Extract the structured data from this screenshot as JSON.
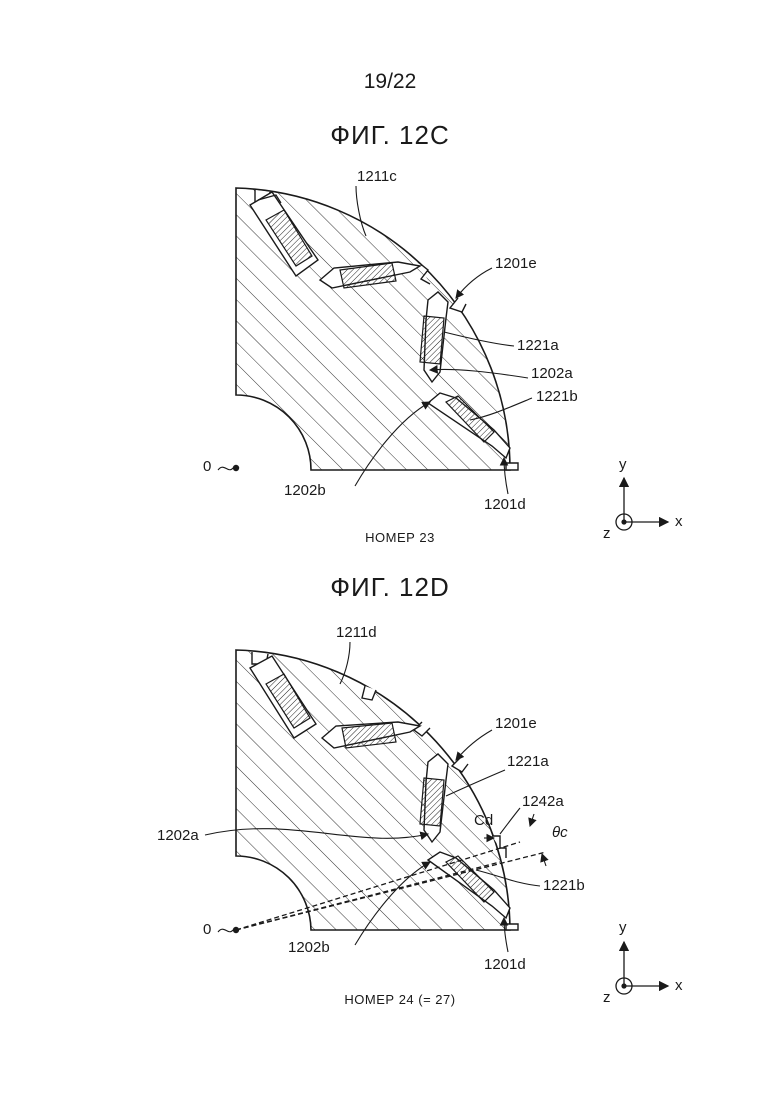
{
  "page": {
    "number": "19/22"
  },
  "figures": [
    {
      "title": "ФИГ. 12C",
      "caption": "НОМЕР 23",
      "labels": {
        "l1211": "1211c",
        "l1201e": "1201e",
        "l1221a": "1221a",
        "l1202a": "1202a",
        "l1221b": "1221b",
        "l0": "0",
        "l1202b": "1202b",
        "l1201d": "1201d"
      },
      "axes": {
        "y": "y",
        "x": "x",
        "z": "z"
      }
    },
    {
      "title": "ФИГ. 12D",
      "caption": "НОМЕР 24 (= 27)",
      "labels": {
        "l1211": "1211d",
        "l1201e": "1201e",
        "l1221a": "1221a",
        "l1242a": "1242a",
        "lcd": "Cd",
        "ltheta": "θc",
        "l1202a": "1202a",
        "l1221b": "1221b",
        "l0": "0",
        "l1202b": "1202b",
        "l1201d": "1201d"
      },
      "axes": {
        "y": "y",
        "x": "x",
        "z": "z"
      }
    }
  ]
}
